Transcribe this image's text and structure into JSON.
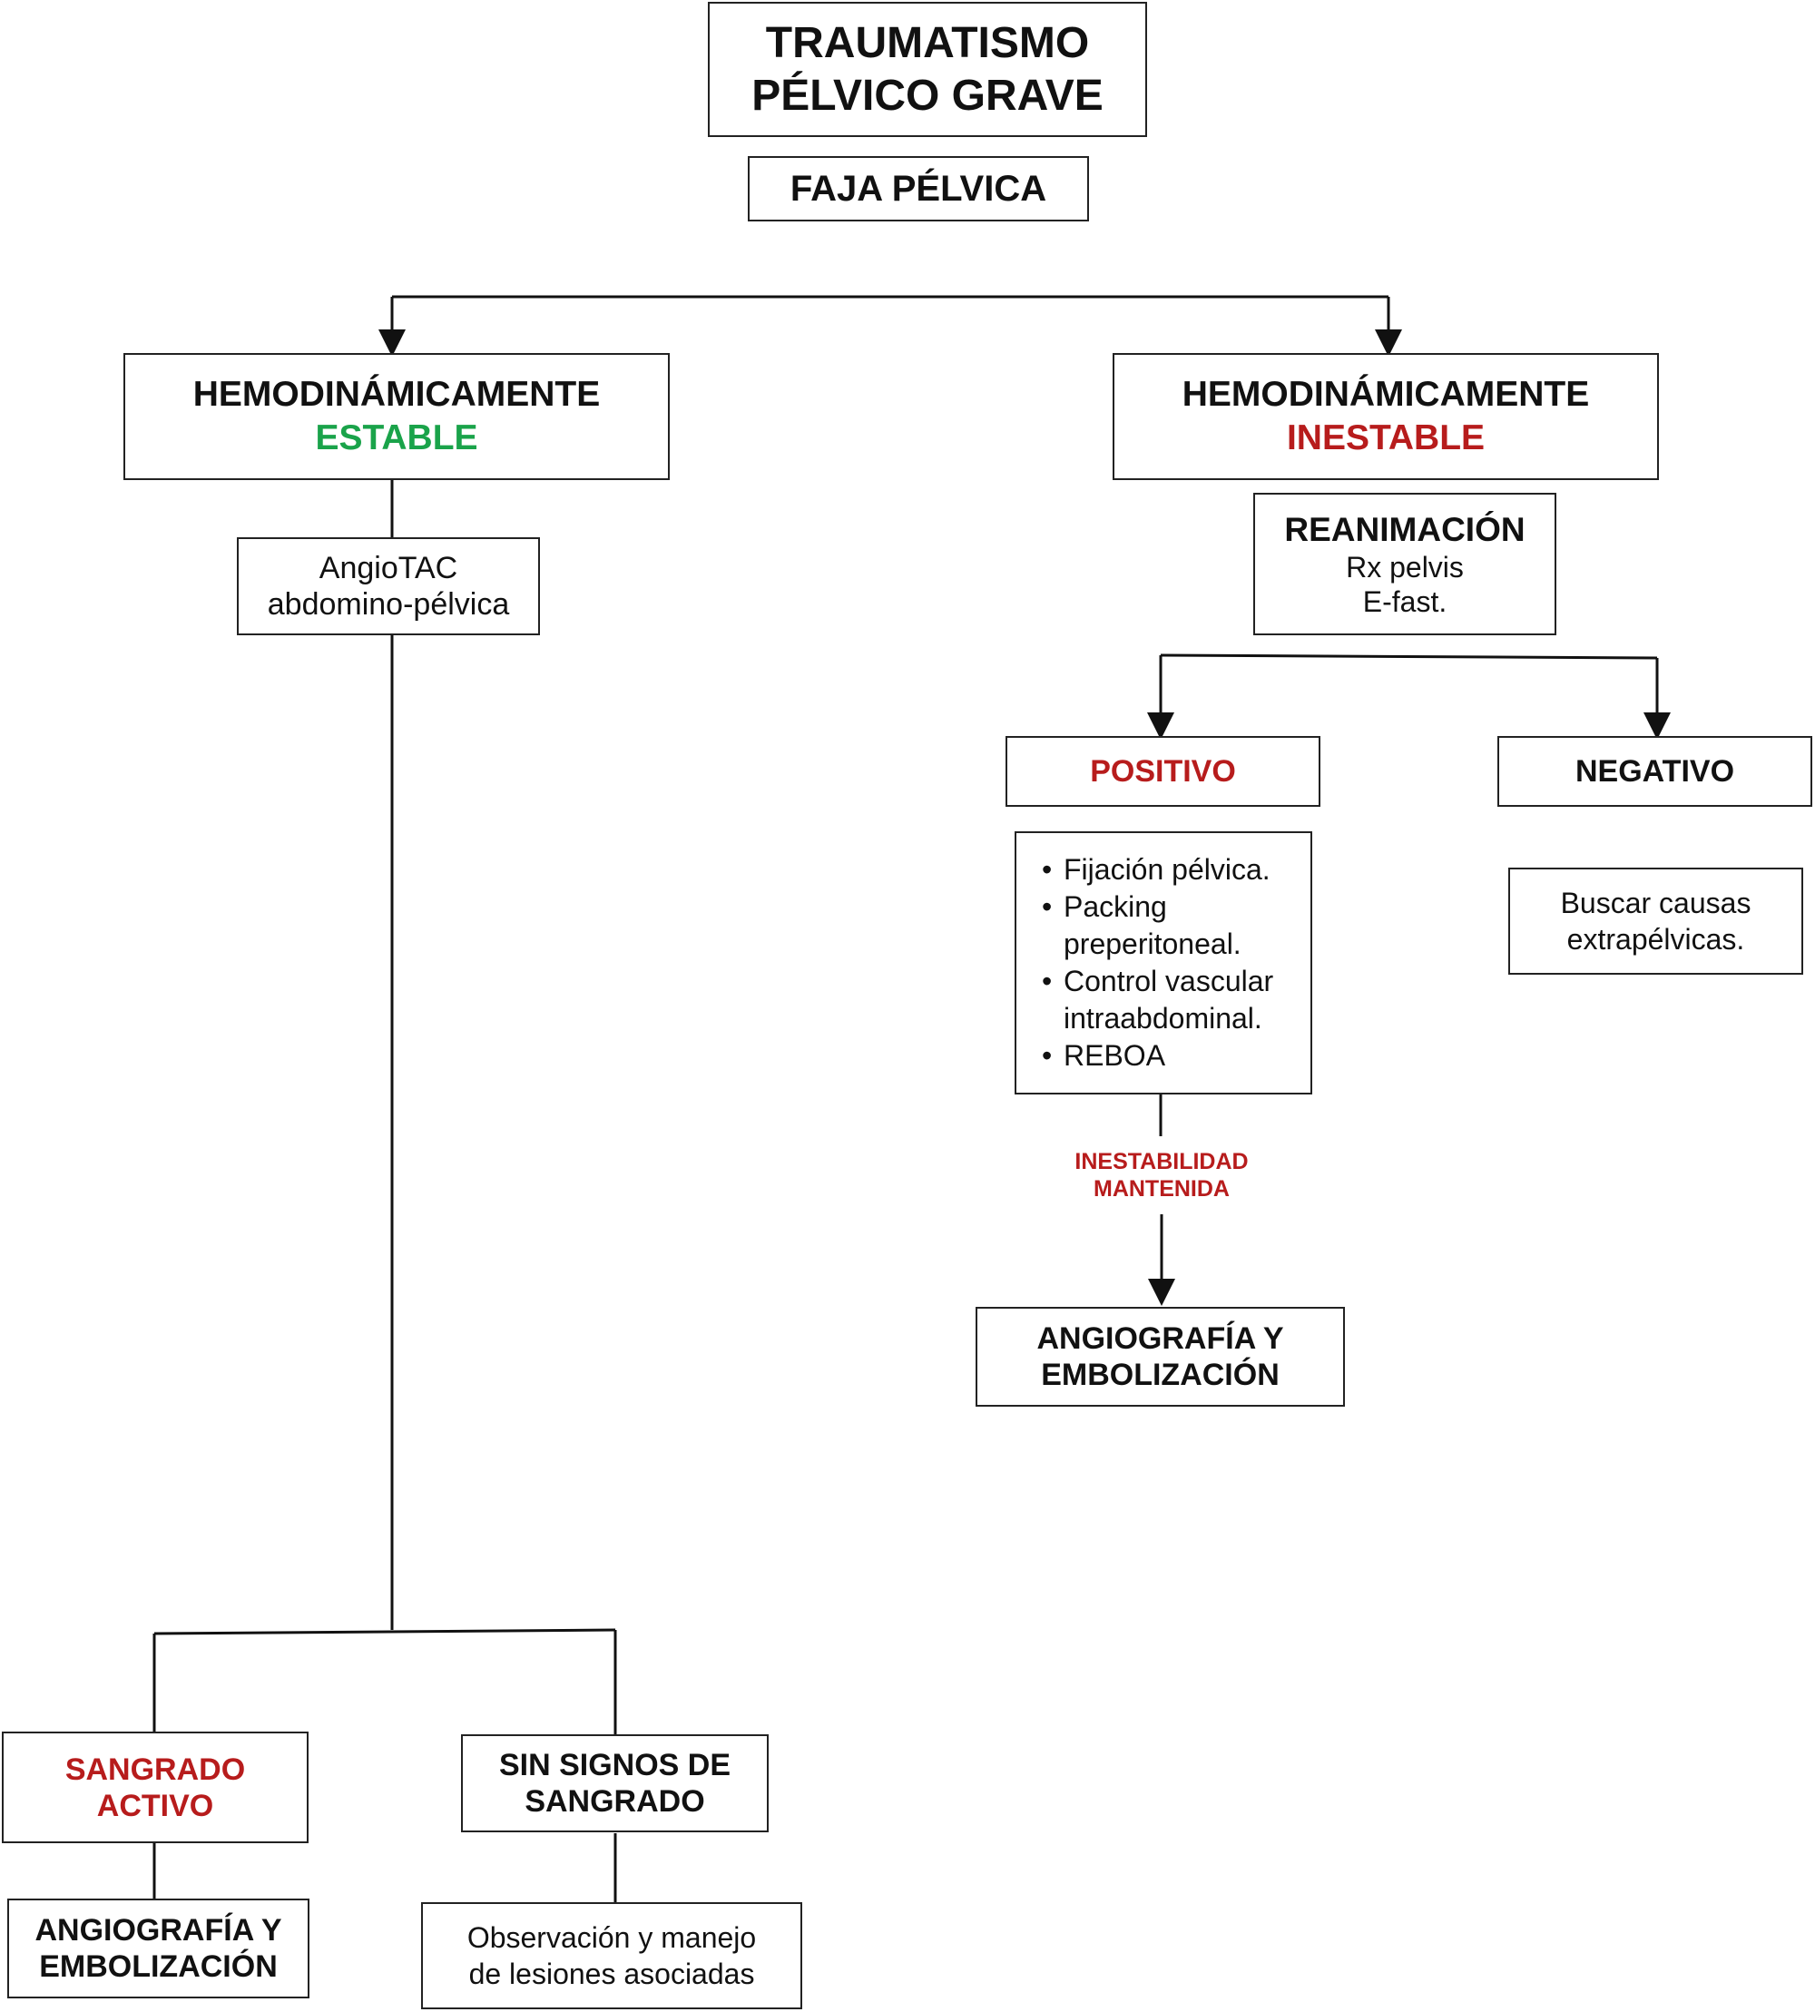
{
  "root": {
    "line1": "TRAUMATISMO",
    "line2": "PÉLVICO GRAVE"
  },
  "faja": "FAJA PÉLVICA",
  "stable": {
    "line1": "HEMODINÁMICAMENTE",
    "line2": "ESTABLE",
    "color": "#1aa34a"
  },
  "unstable": {
    "line1": "HEMODINÁMICAMENTE",
    "line2": "INESTABLE",
    "color": "#b71c1c"
  },
  "angiotac": {
    "line1": "AngioTAC",
    "line2": "abdomino-pélvica"
  },
  "reanimacion": {
    "title": "REANIMACIÓN",
    "line1": "Rx pelvis",
    "line2": "E-fast."
  },
  "positivo": "POSITIVO",
  "negativo": "NEGATIVO",
  "positivo_actions": {
    "bullet": "•",
    "items": [
      {
        "l1": "Fijación pélvica.",
        "l2": ""
      },
      {
        "l1": "Packing",
        "l2": "preperitoneal."
      },
      {
        "l1": "Control vascular",
        "l2": "intraabdominal."
      },
      {
        "l1": "REBOA",
        "l2": ""
      }
    ]
  },
  "negativo_action": {
    "line1": "Buscar causas",
    "line2": "extrapélvicas."
  },
  "inestabilidad": {
    "line1": "INESTABILIDAD",
    "line2": "MANTENIDA"
  },
  "angio_right": {
    "line1": "ANGIOGRAFÍA Y",
    "line2": "EMBOLIZACIÓN"
  },
  "sangrado": {
    "line1": "SANGRADO",
    "line2": "ACTIVO"
  },
  "sin_signos": {
    "line1": "SIN SIGNOS DE",
    "line2": "SANGRADO"
  },
  "angio_left": {
    "line1": "ANGIOGRAFÍA Y",
    "line2": "EMBOLIZACIÓN"
  },
  "observacion": {
    "line1": "Observación y manejo",
    "line2": "de lesiones asociadas"
  },
  "colors": {
    "accent_red": "#b71c1c",
    "accent_green": "#1aa34a",
    "stroke": "#111111"
  }
}
